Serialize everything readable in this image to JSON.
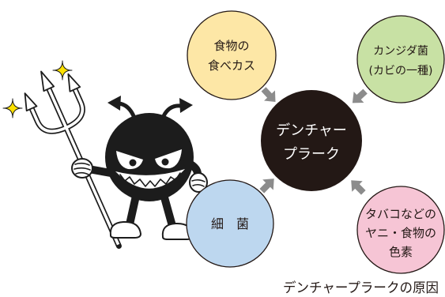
{
  "diagram": {
    "center": {
      "lines": [
        "デンチャー",
        "プラーク"
      ],
      "color": "#231815"
    },
    "causes": {
      "food": {
        "lines": [
          "食物の",
          "食べカス"
        ],
        "color": "#fde7a6"
      },
      "candida": {
        "lines": [
          "カンジダ菌",
          "(カビの一種)"
        ],
        "color": "#c8e1a4"
      },
      "bacteria": {
        "lines": [
          "細　菌"
        ],
        "color": "#bdd7ef"
      },
      "tobacco": {
        "lines": [
          "タバコなどの",
          "ヤニ・食物の",
          "色素"
        ],
        "color": "#f6c5d5"
      }
    },
    "arrow_color": "#8c8c8c"
  },
  "caption": "デンチャープラークの原因",
  "illustration": {
    "character_icon": "devil-icon",
    "prop_icon": "trident-icon",
    "sparkle_icon": "sparkle-icon",
    "body_color": "#1c1c1c",
    "sparkle_color": "#fde100"
  }
}
